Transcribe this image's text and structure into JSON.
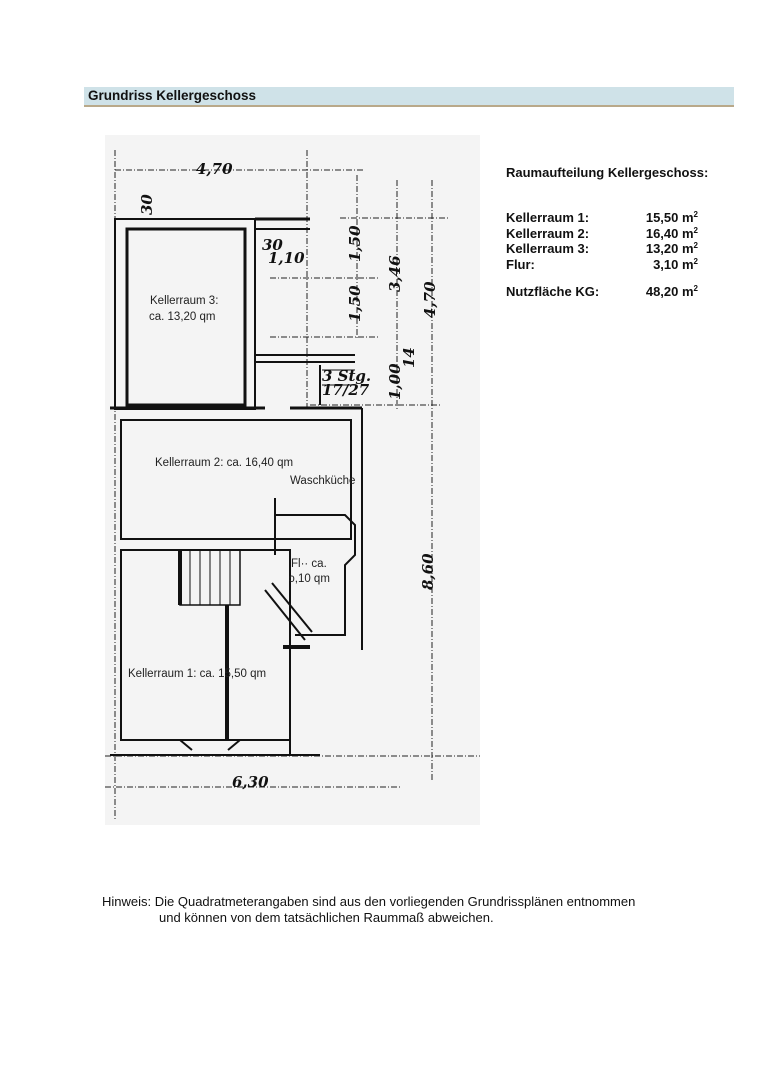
{
  "header": {
    "title": "Grundriss Kellergeschoss"
  },
  "summary": {
    "heading": "Raumaufteilung Kellergeschoss:",
    "rows": [
      {
        "label": "Kellerraum 1:",
        "value": "15,50 m",
        "unit_sup": "2"
      },
      {
        "label": "Kellerraum 2:",
        "value": "16,40 m",
        "unit_sup": "2"
      },
      {
        "label": "Kellerraum 3:",
        "value": "13,20 m",
        "unit_sup": "2"
      },
      {
        "label": "Flur:",
        "value": "3,10 m",
        "unit_sup": "2"
      }
    ],
    "total": {
      "label": "Nutzfläche KG:",
      "value": "48,20 m",
      "unit_sup": "2"
    }
  },
  "plan": {
    "rooms": {
      "k3_line1": "Kellerraum 3:",
      "k3_line2": "ca. 13,20 qm",
      "k2": "Kellerraum 2: ca. 16,40 qm",
      "wasch": "Waschküche",
      "flur_line1": "Fl·· ca.",
      "flur_line2": "ɔ,10 qm",
      "k1": "Kellerraum 1: ca. 15,50 qm"
    },
    "dims": {
      "top": "4,70",
      "d30a": "30",
      "d30b": "30",
      "d110": "1,10",
      "d150a": "1,50",
      "d150b": "1,50",
      "d346": "3,46",
      "d470": "4,70",
      "d14": "14",
      "d100": "1,00",
      "stairs1": "3 Stg.",
      "stairs2": "17/27",
      "d860": "8,60",
      "bottom": "6,30"
    }
  },
  "note": {
    "line1": "Hinweis: Die Quadratmeterangaben sind aus den vorliegenden Grundrissplänen entnommen",
    "line2": "und können von dem tatsächlichen Raummaß abweichen."
  }
}
